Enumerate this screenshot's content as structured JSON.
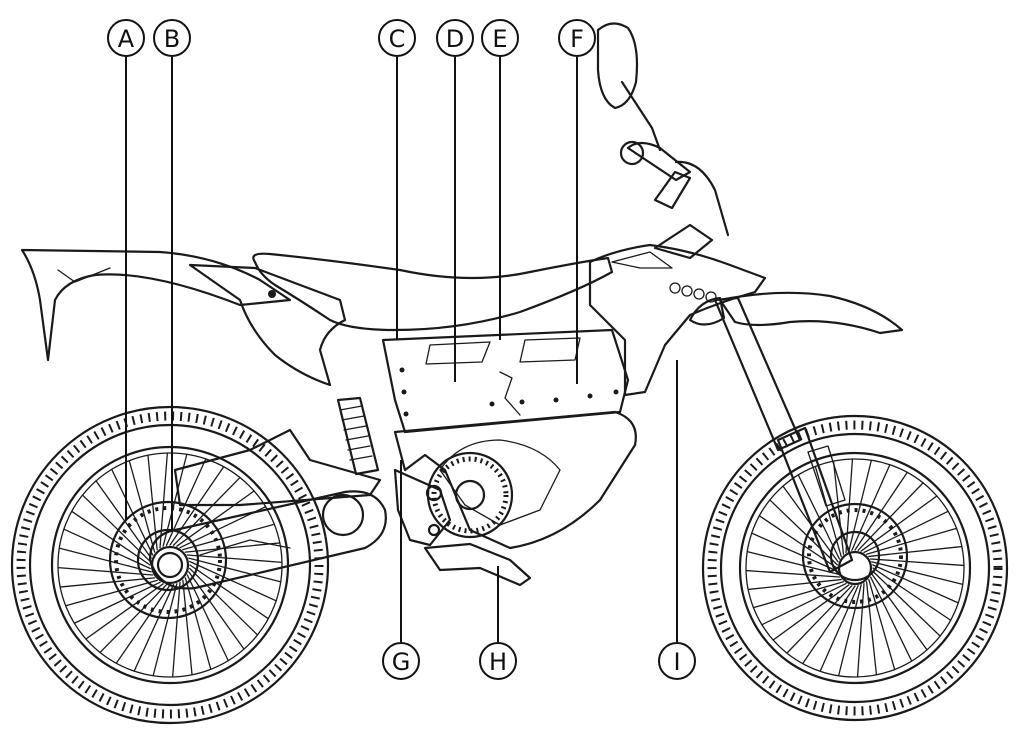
{
  "callouts": {
    "a": "A",
    "b": "B",
    "c": "C",
    "d": "D",
    "e": "E",
    "f": "F",
    "g": "G",
    "h": "H",
    "i": "I"
  },
  "illustration": {
    "subject": "motorcycle-icon",
    "line_color": "#1a1a1a",
    "background": "#ffffff"
  }
}
